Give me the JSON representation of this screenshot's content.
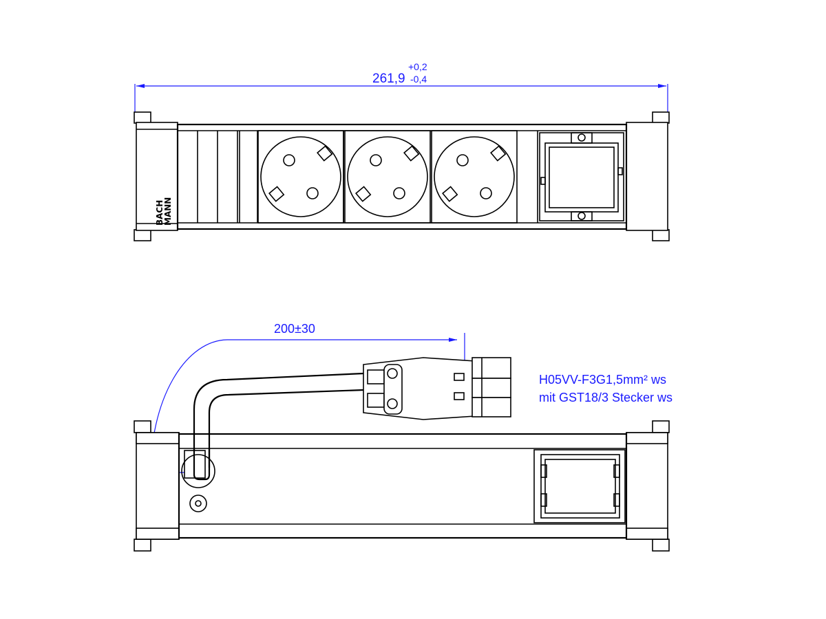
{
  "top_view": {
    "dimension": {
      "nominal": "261,9",
      "tol_upper": "+0,2",
      "tol_lower": "-0,4"
    },
    "brand": {
      "line1": "BACH",
      "line2": "MANN"
    },
    "socket_count": 3
  },
  "side_view": {
    "cable_dimension": "200±30",
    "cable_spec_line1": "H05VV-F3G1,5mm² ws",
    "cable_spec_line2": "mit GST18/3  Stecker ws"
  },
  "colors": {
    "dimension": "#1a1aff",
    "line": "#000000"
  }
}
